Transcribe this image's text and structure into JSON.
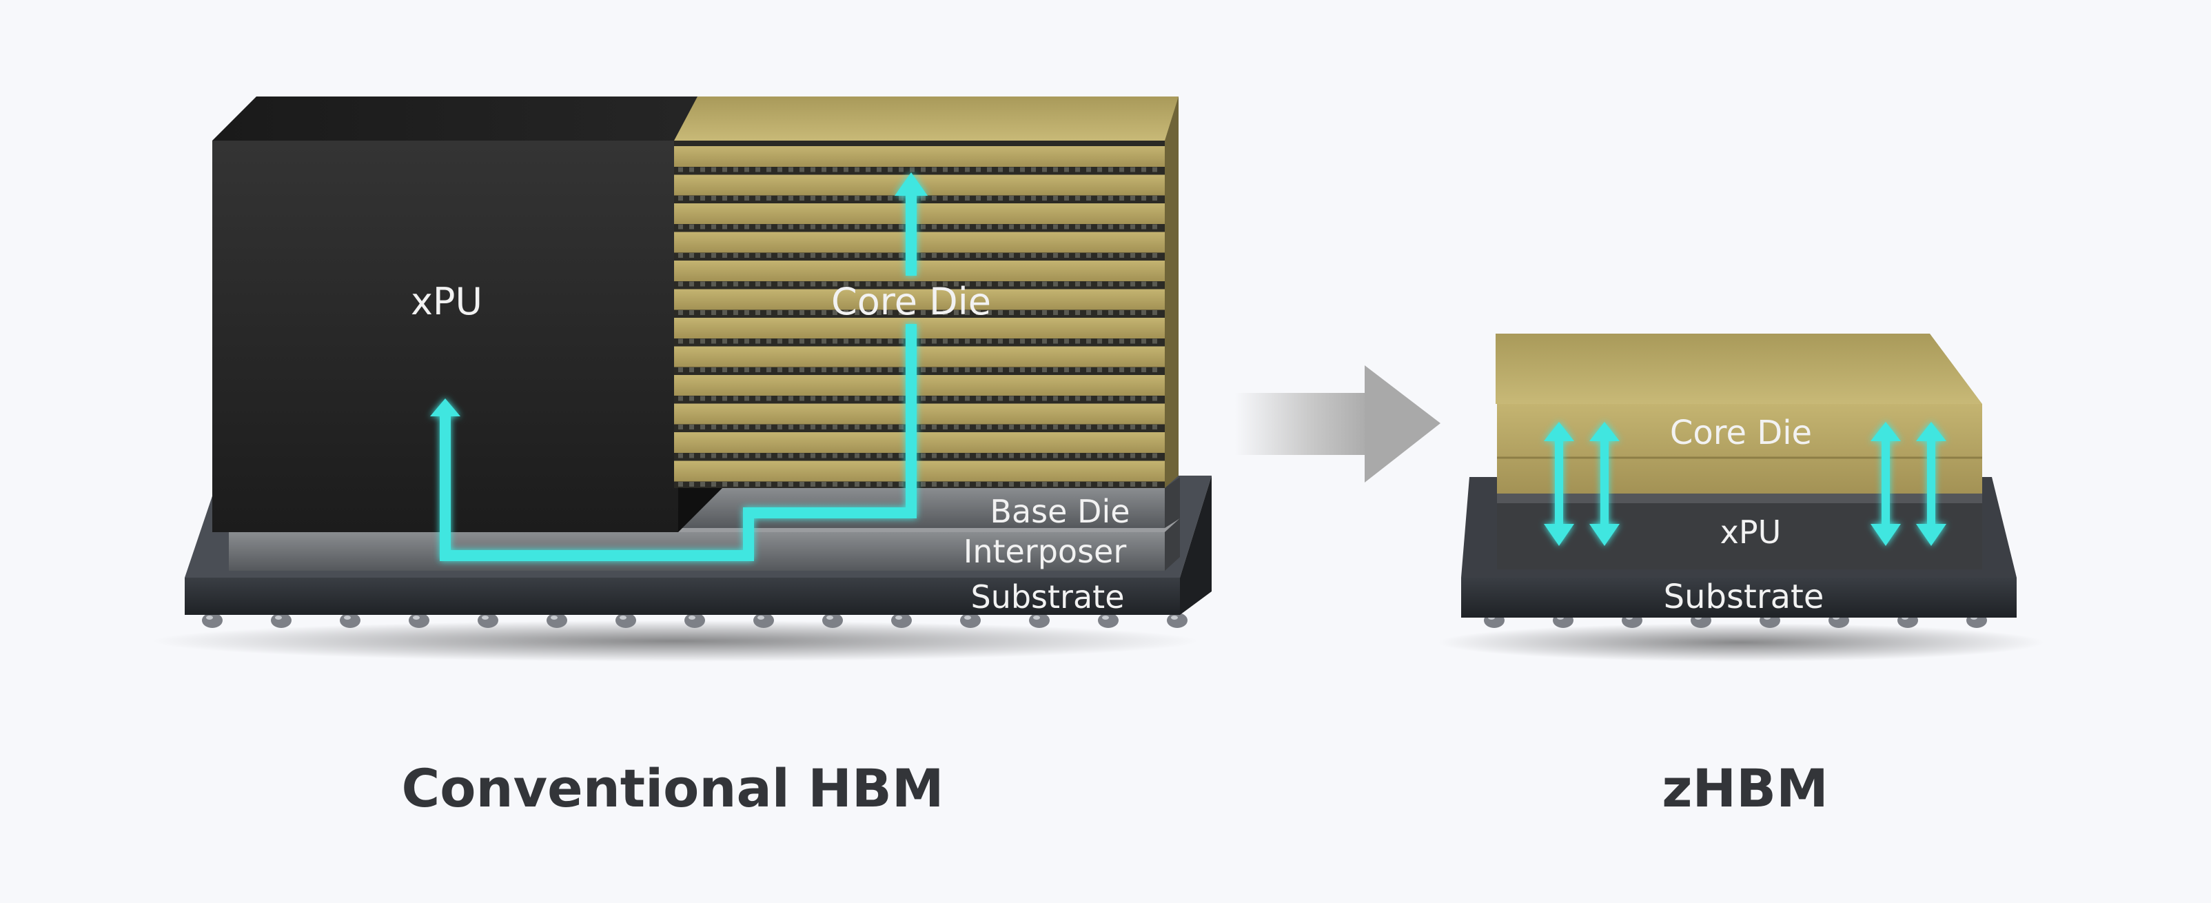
{
  "conventional": {
    "title": "Conventional HBM",
    "xpu_label": "xPU",
    "core_die_label": "Core Die",
    "base_die_label": "Base Die",
    "interposer_label": "Interposer",
    "substrate_label": "Substrate"
  },
  "zhbm": {
    "title": "zHBM",
    "core_die_label": "Core Die",
    "xpu_label": "xPU",
    "substrate_label": "Substrate"
  },
  "colors": {
    "background": "#f7f8fb",
    "gold": "#b0a060",
    "gold_light": "#cdbd7c",
    "xpu_dark": "#2a2a2a",
    "substrate": "#2c2f33",
    "signal": "#3fe6e0",
    "caption": "#333539"
  }
}
